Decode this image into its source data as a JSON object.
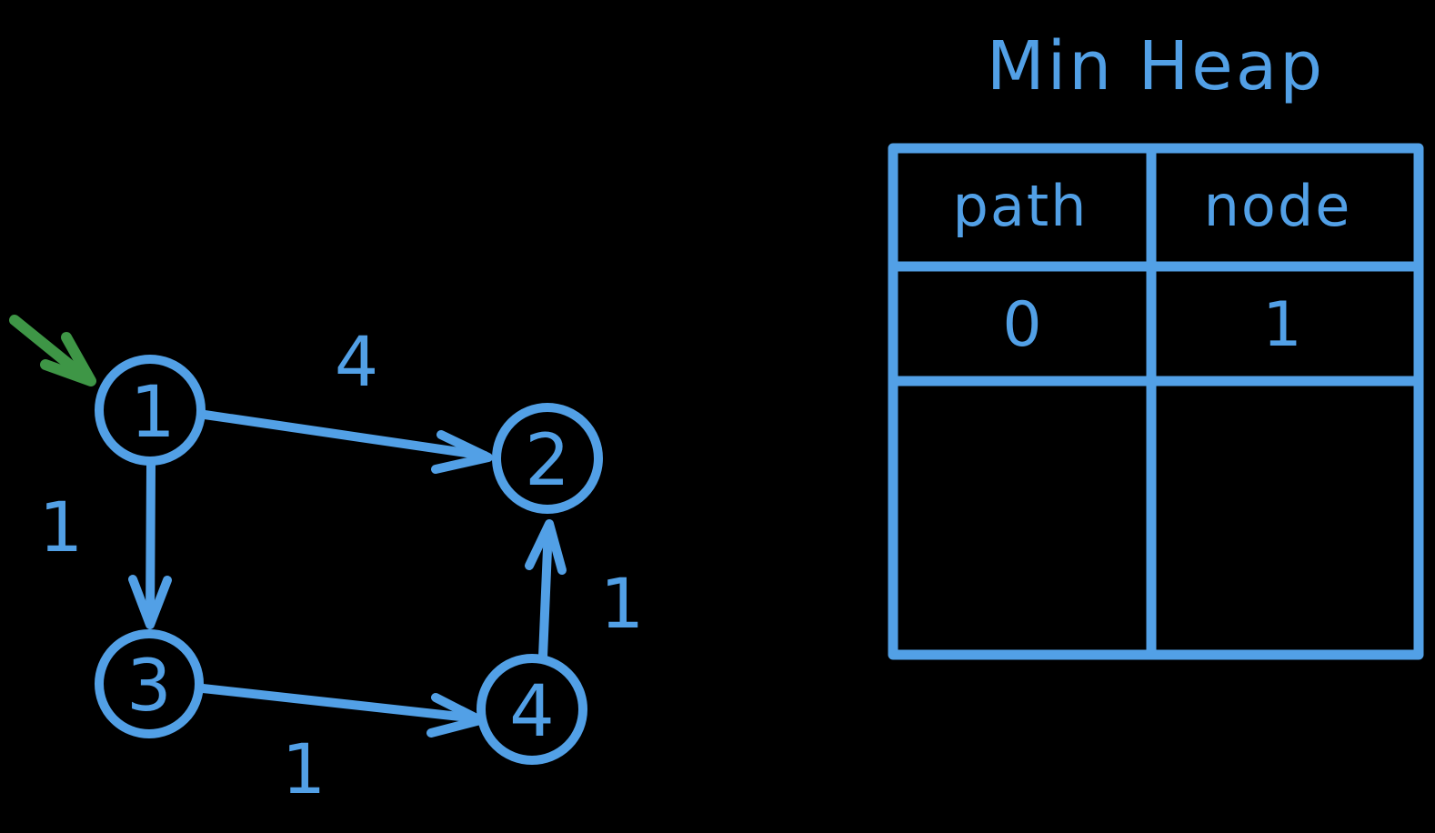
{
  "background": "#000000",
  "colors": {
    "stroke_blue": "#52a0e6",
    "start_arrow_green": "#3e9646"
  },
  "graph": {
    "start_indicator": {
      "icon": "green-arrow",
      "points_to_node": "1"
    },
    "nodes": [
      {
        "label": "1"
      },
      {
        "label": "2"
      },
      {
        "label": "3"
      },
      {
        "label": "4"
      }
    ],
    "edges": [
      {
        "from": "1",
        "to": "2",
        "weight": "4"
      },
      {
        "from": "1",
        "to": "3",
        "weight": "1"
      },
      {
        "from": "3",
        "to": "4",
        "weight": "1"
      },
      {
        "from": "4",
        "to": "2",
        "weight": "1"
      }
    ]
  },
  "heap": {
    "title": "Min Heap",
    "columns": [
      "path",
      "node"
    ],
    "rows": [
      [
        "0",
        "1"
      ]
    ]
  }
}
